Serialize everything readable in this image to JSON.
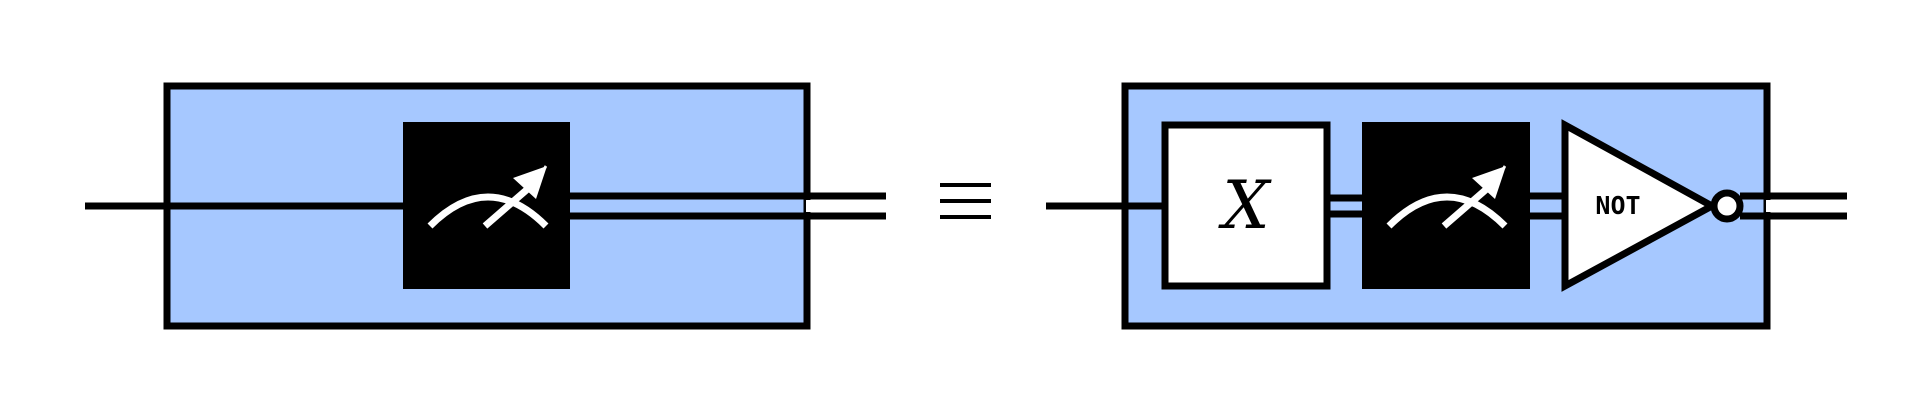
{
  "colors": {
    "box_fill": "#a6c8ff",
    "stroke": "#000000",
    "meter_fill": "#000000",
    "meter_glyph": "#ffffff",
    "gate_fill": "#ffffff",
    "background": "#ffffff"
  },
  "left_circuit": {
    "gates": [
      {
        "type": "measurement",
        "icon": "meter-icon"
      }
    ]
  },
  "equivalence_symbol": "≡",
  "right_circuit": {
    "gates": [
      {
        "type": "pauli",
        "label": "X"
      },
      {
        "type": "measurement",
        "icon": "meter-icon"
      },
      {
        "type": "classical-not",
        "label": "NOT"
      }
    ]
  }
}
